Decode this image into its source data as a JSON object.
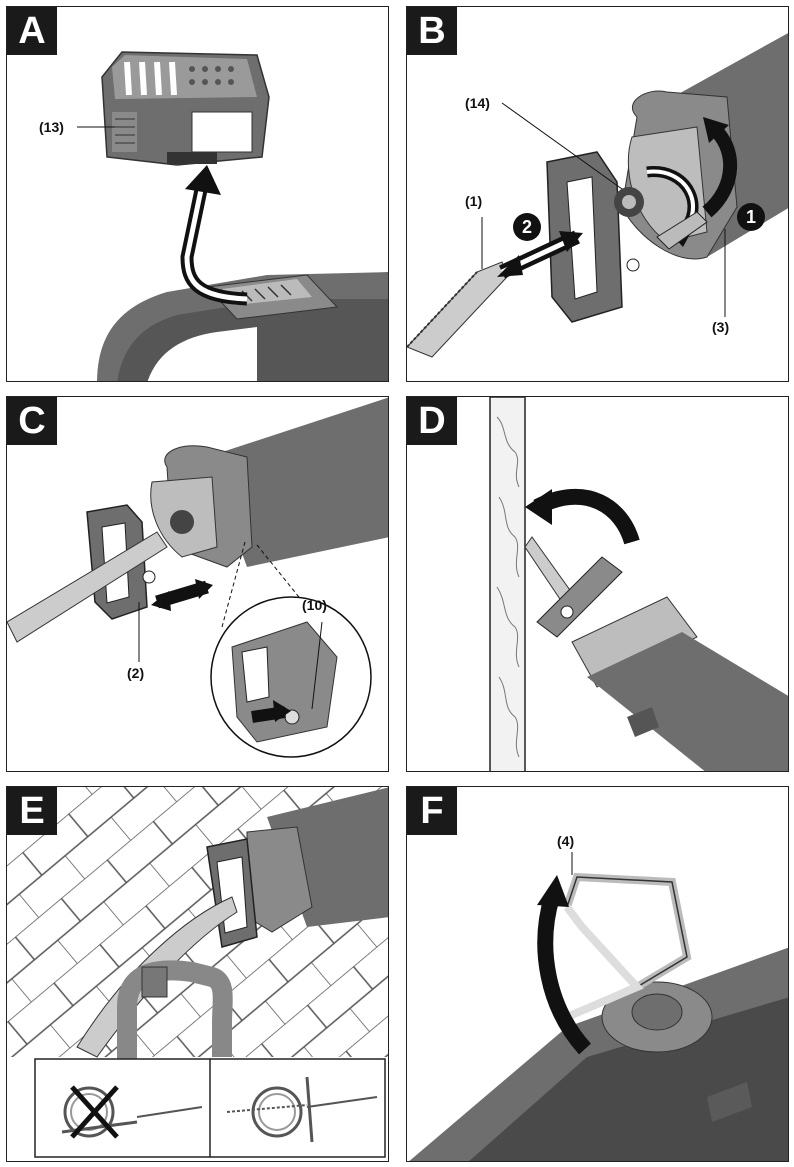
{
  "panels": {
    "A": {
      "letter": "A",
      "labels": {
        "battery": "(13)"
      }
    },
    "B": {
      "letter": "B",
      "labels": {
        "blade": "(1)",
        "lever": "(3)",
        "clamp": "(14)"
      },
      "steps": {
        "rotate": "1",
        "insert": "2"
      }
    },
    "C": {
      "letter": "C",
      "labels": {
        "shoe": "(2)",
        "button": "(10)"
      }
    },
    "D": {
      "letter": "D"
    },
    "E": {
      "letter": "E"
    },
    "F": {
      "letter": "F",
      "labels": {
        "hook": "(4)"
      }
    }
  },
  "colors": {
    "tool": "#6e6e6e",
    "tool_dark": "#4a4a4a",
    "tool_light": "#9a9a9a",
    "arrow": "#111111",
    "frame": "#222222"
  }
}
